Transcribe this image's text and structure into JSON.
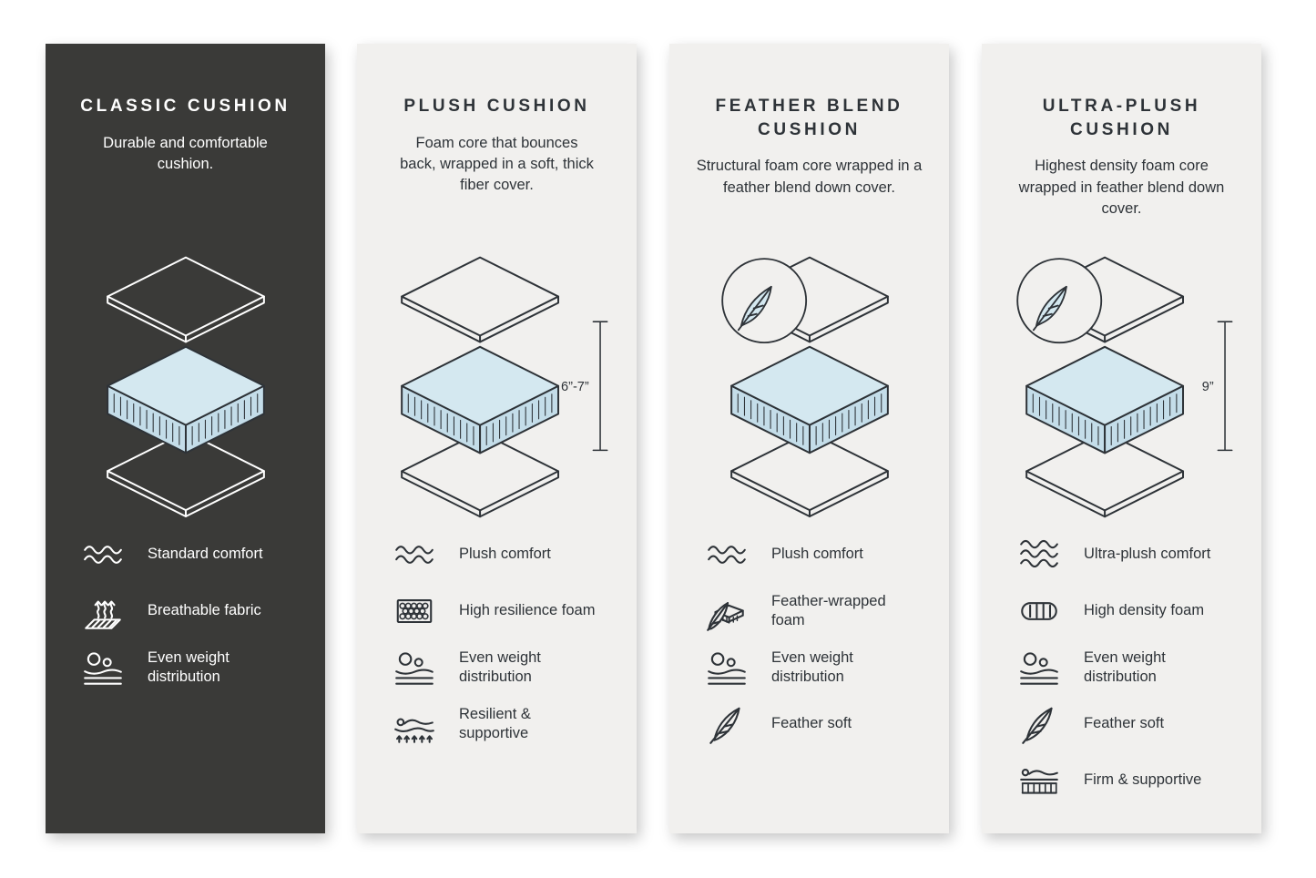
{
  "page": {
    "background": "#ffffff"
  },
  "colors": {
    "dark_panel_bg": "#3a3a38",
    "light_panel_bg": "#f1f0ee",
    "ink": "#2e3338",
    "white": "#ffffff",
    "foam_top": "#d4e8f0",
    "foam_side": "#c4dde9"
  },
  "panels": [
    {
      "title": "CLASSIC CUSHION",
      "description": "Durable and comfortable cushion.",
      "theme": "dark",
      "feather_badge": false,
      "dimension_label": "",
      "features": [
        {
          "icon": "wave",
          "label": "Standard comfort"
        },
        {
          "icon": "breathable",
          "label": "Breathable fabric"
        },
        {
          "icon": "even-weight",
          "label": "Even weight distribution"
        }
      ]
    },
    {
      "title": "PLUSH CUSHION",
      "description": "Foam core that bounces back, wrapped in a soft, thick fiber cover.",
      "theme": "light",
      "feather_badge": false,
      "dimension_label": "6”-7”",
      "features": [
        {
          "icon": "wave",
          "label": "Plush comfort"
        },
        {
          "icon": "resilience-foam",
          "label": "High resilience foam"
        },
        {
          "icon": "even-weight",
          "label": "Even weight distribution"
        },
        {
          "icon": "resilient",
          "label": "Resilient & supportive"
        }
      ]
    },
    {
      "title": "FEATHER BLEND CUSHION",
      "description": "Structural foam core wrapped in a feather blend down cover.",
      "theme": "light",
      "feather_badge": true,
      "dimension_label": "",
      "features": [
        {
          "icon": "wave",
          "label": "Plush comfort"
        },
        {
          "icon": "feather-foam",
          "label": "Feather-wrapped foam"
        },
        {
          "icon": "even-weight",
          "label": "Even weight distribution"
        },
        {
          "icon": "feather",
          "label": "Feather soft"
        }
      ]
    },
    {
      "title": "ULTRA-PLUSH CUSHION",
      "description": "Highest density foam core wrapped in feather blend down cover.",
      "theme": "light",
      "feather_badge": true,
      "dimension_label": "9”",
      "features": [
        {
          "icon": "wave3",
          "label": "Ultra-plush comfort"
        },
        {
          "icon": "density-foam",
          "label": "High density foam"
        },
        {
          "icon": "even-weight",
          "label": "Even weight distribution"
        },
        {
          "icon": "feather",
          "label": "Feather soft"
        },
        {
          "icon": "firm",
          "label": "Firm & supportive"
        }
      ]
    }
  ]
}
